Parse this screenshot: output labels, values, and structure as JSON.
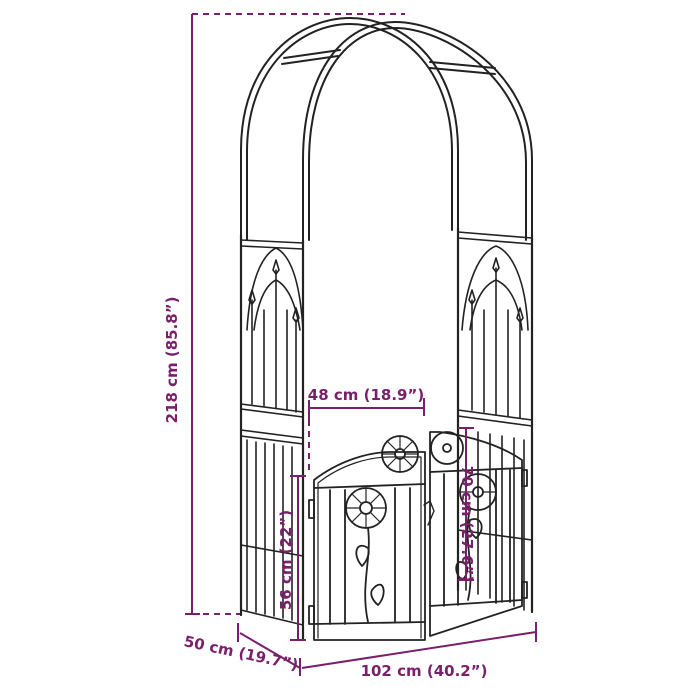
{
  "dimensions": {
    "height_label": "218 cm (85.8”)",
    "gate_width_label": "48 cm (18.9”)",
    "gate_height_label": "70 cm (27.6”)",
    "side_panel_height_label": "56 cm (22”)",
    "depth_label": "50 cm (19.7”)",
    "width_label": "102 cm (40.2”)"
  },
  "colors": {
    "dimension": "#7a1f6b",
    "metal": "#222222",
    "background": "#ffffff"
  }
}
